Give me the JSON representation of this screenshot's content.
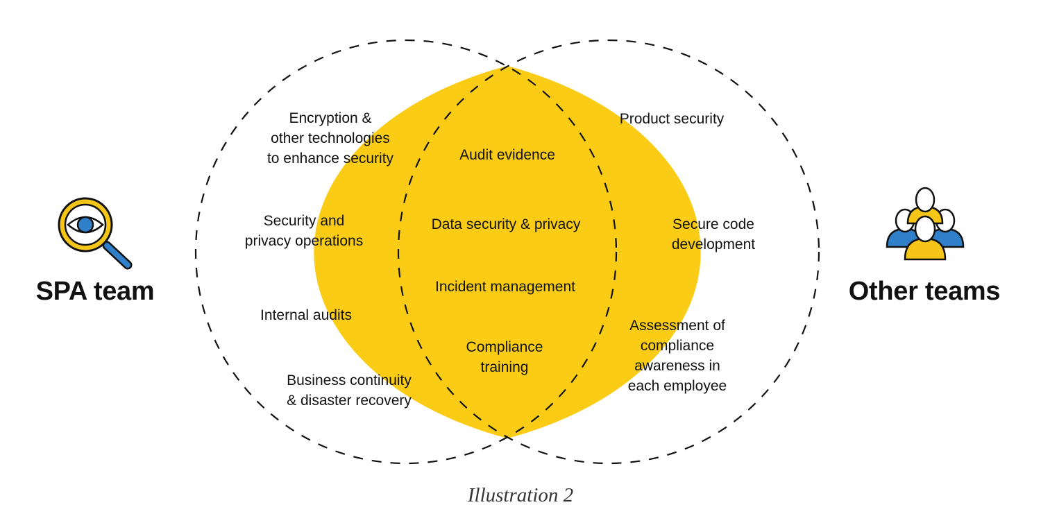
{
  "colors": {
    "overlap_fill": "#FACC15",
    "outline": "#111111",
    "icon_blue": "#2F80C8",
    "icon_yellow": "#F5C518"
  },
  "icons": {
    "left": "magnifier-eye-icon",
    "right": "people-group-icon"
  },
  "left_team": {
    "label": "SPA team"
  },
  "right_team": {
    "label": "Other teams"
  },
  "left_items": [
    [
      "Encryption &",
      "other technologies",
      "to enhance security"
    ],
    [
      "Security and",
      "privacy operations"
    ],
    [
      "Internal audits"
    ],
    [
      "Business continuity",
      "& disaster recovery"
    ]
  ],
  "shared_items": [
    [
      "Audit evidence"
    ],
    [
      "Data security & privacy"
    ],
    [
      "Incident management"
    ],
    [
      "Compliance",
      "training"
    ]
  ],
  "right_items": [
    [
      "Product security"
    ],
    [
      "Secure code",
      "development"
    ],
    [
      "Assessment of",
      "compliance",
      "awareness in",
      "each employee"
    ]
  ],
  "caption": "Illustration 2"
}
